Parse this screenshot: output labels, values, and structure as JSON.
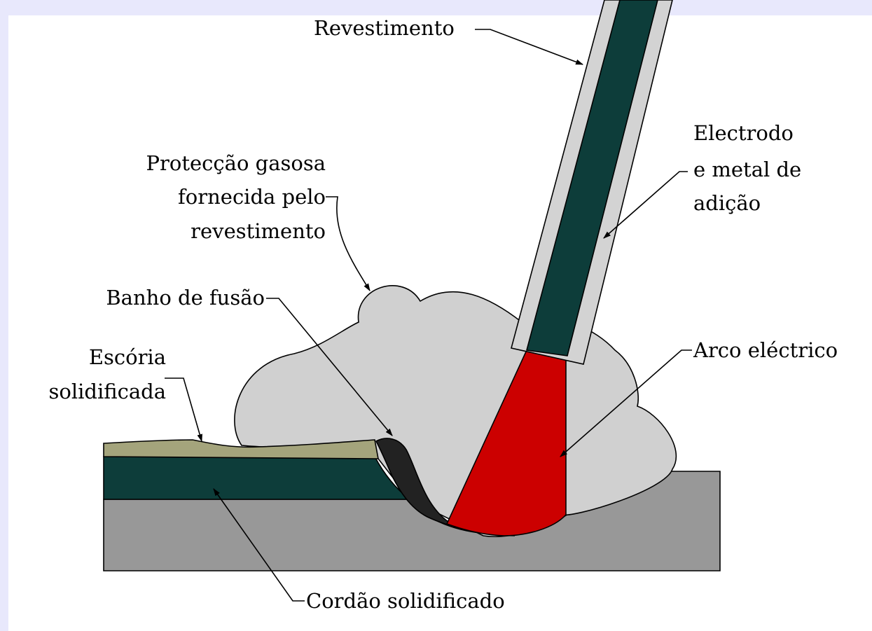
{
  "labels": {
    "revestimento": "Revestimento",
    "electrodo_line1": "Electrodo",
    "electrodo_line2": "e metal de",
    "electrodo_line3": "adição",
    "proteccao_line1": "Protecção gasosa",
    "proteccao_line2": "fornecida pelo",
    "proteccao_line3": "revestimento",
    "banho": "Banho de fusão",
    "escoria_line1": "Escória",
    "escoria_line2": "solidificada",
    "arco": "Arco eléctrico",
    "cordao": "Cordão solidificado"
  },
  "colors": {
    "page_border": "#e8e8fc",
    "background": "#ffffff",
    "base_metal": "#989898",
    "weld_bead": "#0d3d3a",
    "slag": "#a4a47c",
    "gas_shield": "#d0d0d0",
    "electrode_core": "#0d3d3a",
    "electrode_coating": "#d3d3d3",
    "arc": "#cc0000",
    "weld_pool": "#222222"
  }
}
